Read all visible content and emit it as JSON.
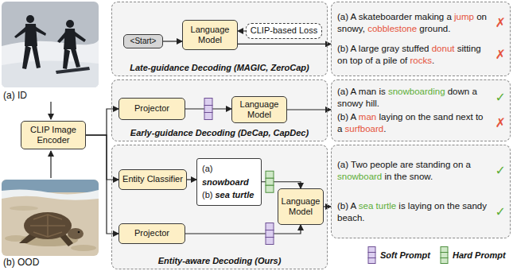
{
  "diagram": {
    "nodes": [
      {
        "text": [
          "Late-guidance Decoding (MAGIC, ZeroCap)"
        ]
      },
      {
        "text": [
          "<Start>"
        ],
        "in": 0
      },
      {
        "text": [
          "Language Model"
        ],
        "in": 0
      },
      {
        "text": [
          "CLIP-based Loss"
        ],
        "in": 0
      },
      {
        "text": [
          "Early-guidance Decoding (DeCap, CapDec)"
        ]
      },
      {
        "text": [
          "Projector"
        ],
        "in": 4
      },
      {
        "text": [
          "Language Model"
        ],
        "in": 4
      },
      {
        "text": [
          "Entity-aware Decoding (Ours)"
        ]
      },
      {
        "text": [
          "Entity Classifier"
        ],
        "in": 7
      },
      {
        "text": [
          "(a) snowboard",
          "(b) sea turtle"
        ],
        "in": 7
      },
      {
        "text": [
          "Projector"
        ],
        "in": 7
      },
      {
        "text": [
          "Language Model"
        ],
        "in": 7
      },
      {
        "text": [
          "CLIP Image Encoder"
        ]
      },
      {
        "text": [
          "(a) A skateboarder making a jump on snowy, cobblestone ground.",
          "(b) A large gray stuffed donut sitting on top of a pile of rocks."
        ]
      },
      {
        "text": [
          "(a) A man is snowboarding down a snowy hill.",
          "(b) A man laying on the sand next to a surfboard."
        ]
      },
      {
        "text": [
          "(a) Two people are standing on a snowboard in the snow.",
          "(b) A sea turtle is laying on the sandy beach."
        ]
      }
    ],
    "edges": [
      {
        "from": 1,
        "to": 2,
        "arrow": "to"
      },
      {
        "from": 3,
        "to": 2,
        "arrow": "to"
      },
      {
        "from": 2,
        "to": 13,
        "arrow": "to"
      },
      {
        "from": 12,
        "to": 5,
        "arrow": "to"
      },
      {
        "from": 5,
        "to": 6,
        "arrow": "to"
      },
      {
        "from": 6,
        "to": 14,
        "arrow": "to"
      },
      {
        "from": 12,
        "to": 8,
        "arrow": "to"
      },
      {
        "from": 8,
        "to": 9,
        "arrow": "to"
      },
      {
        "from": 9,
        "to": 11,
        "arrow": "to"
      },
      {
        "from": 12,
        "to": 10,
        "arrow": "to"
      },
      {
        "from": 10,
        "to": 11,
        "arrow": "to"
      },
      {
        "from": 11,
        "to": 15,
        "arrow": "to"
      }
    ],
    "labels": [
      "(a) ID",
      "(b) OOD",
      "✗",
      "✗",
      "✓",
      "✗",
      "✓",
      "✓"
    ],
    "legend": [
      {
        "text": "Soft Prompt"
      },
      {
        "text": "Hard Prompt"
      }
    ]
  }
}
